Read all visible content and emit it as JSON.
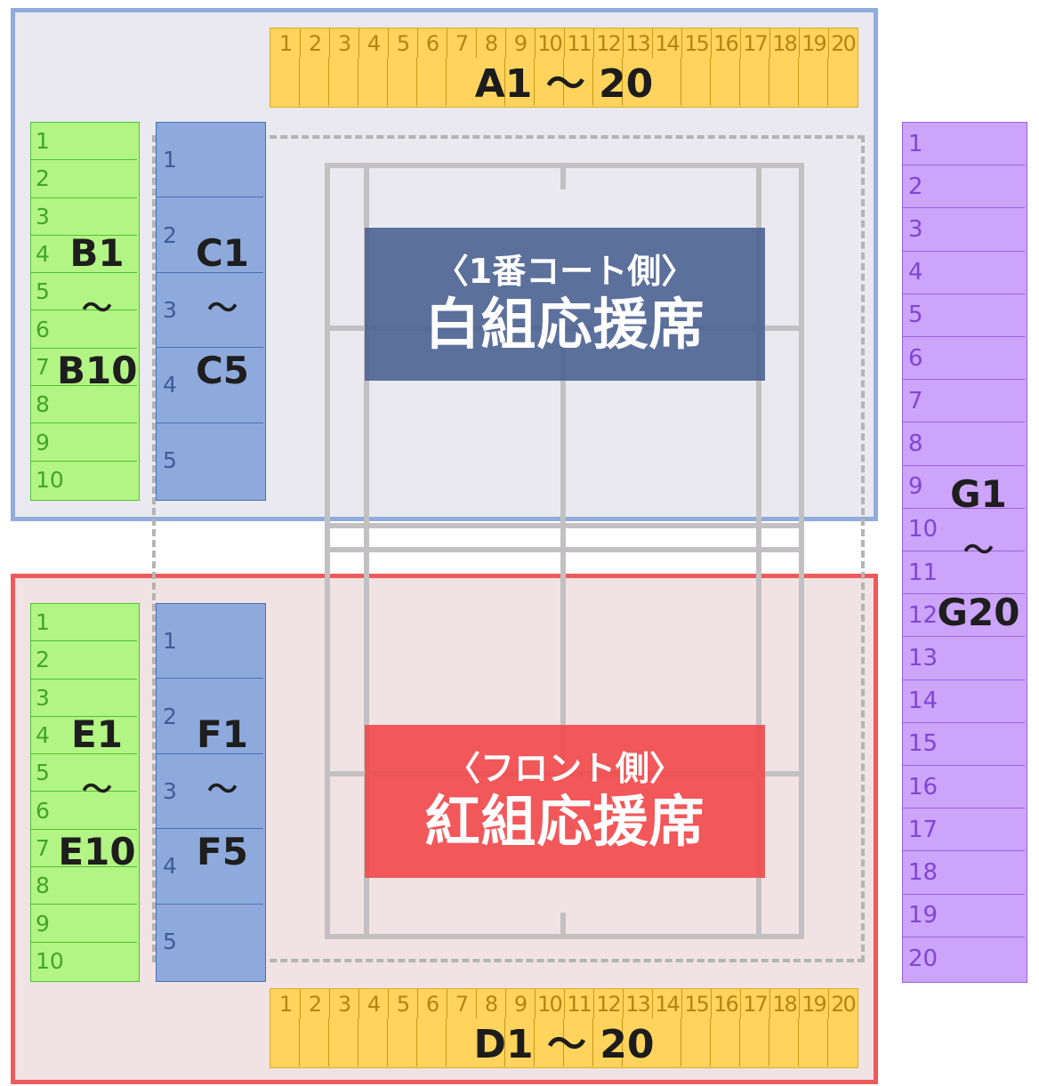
{
  "signs": {
    "white": {
      "sub": "〈1番コート側〉",
      "main": "白組応援席"
    },
    "red": {
      "sub": "〈フロント側〉",
      "main": "紅組応援席"
    }
  },
  "sections": {
    "A": {
      "title": "A1 ～ 20",
      "seats": [
        "1",
        "2",
        "3",
        "4",
        "5",
        "6",
        "7",
        "8",
        "9",
        "10",
        "11",
        "12",
        "13",
        "14",
        "15",
        "16",
        "17",
        "18",
        "19",
        "20"
      ]
    },
    "D": {
      "title": "D1 ～ 20",
      "seats": [
        "1",
        "2",
        "3",
        "4",
        "5",
        "6",
        "7",
        "8",
        "9",
        "10",
        "11",
        "12",
        "13",
        "14",
        "15",
        "16",
        "17",
        "18",
        "19",
        "20"
      ]
    },
    "B": {
      "from": "B1",
      "tilde": "～",
      "to": "B10",
      "seats": [
        "1",
        "2",
        "3",
        "4",
        "5",
        "6",
        "7",
        "8",
        "9",
        "10"
      ]
    },
    "E": {
      "from": "E1",
      "tilde": "～",
      "to": "E10",
      "seats": [
        "1",
        "2",
        "3",
        "4",
        "5",
        "6",
        "7",
        "8",
        "9",
        "10"
      ]
    },
    "C": {
      "from": "C1",
      "tilde": "～",
      "to": "C5",
      "seats": [
        "1",
        "2",
        "3",
        "4",
        "5"
      ]
    },
    "F": {
      "from": "F1",
      "tilde": "～",
      "to": "F5",
      "seats": [
        "1",
        "2",
        "3",
        "4",
        "5"
      ]
    },
    "G": {
      "from": "G1",
      "tilde": "～",
      "to": "G20",
      "seats": [
        "1",
        "2",
        "3",
        "4",
        "5",
        "6",
        "7",
        "8",
        "9",
        "10",
        "11",
        "12",
        "13",
        "14",
        "15",
        "16",
        "17",
        "18",
        "19",
        "20"
      ]
    }
  },
  "colors": {
    "white_zone": "#8facdc",
    "red_zone": "#ef5a5a",
    "yellow": "#ffd35c",
    "green": "#b3f584",
    "blue": "#8eaadc",
    "purple": "#cca4fa"
  }
}
